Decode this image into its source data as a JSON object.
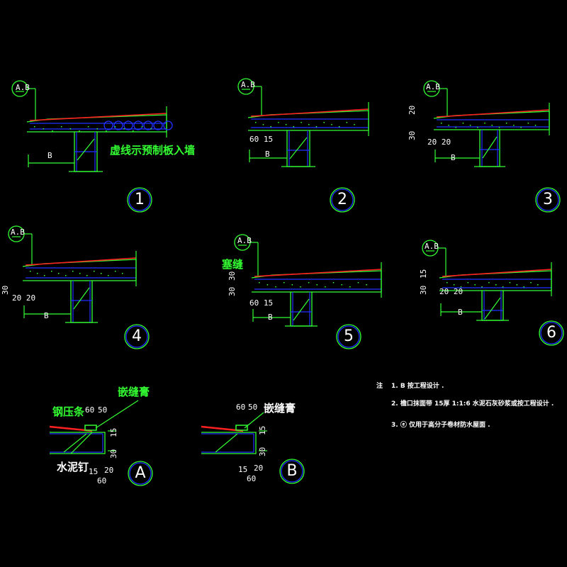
{
  "colors": {
    "background": "#000000",
    "structure": "#33ff33",
    "waterproof": "#ff2020",
    "rebar": "#2030ff",
    "text": "#ffffff"
  },
  "details": [
    {
      "id": "1",
      "ref": "A.B",
      "label": "虚线示预制板入墙",
      "dims": [],
      "span": "B"
    },
    {
      "id": "2",
      "ref": "A.B",
      "dims": [
        "60 15"
      ],
      "span": "B"
    },
    {
      "id": "3",
      "ref": "A.B",
      "dims": [
        "20",
        "30",
        "20  20"
      ],
      "span": "B"
    },
    {
      "id": "4",
      "ref": "A.B",
      "dims": [
        "30",
        "20  20"
      ],
      "span": "B"
    },
    {
      "id": "5",
      "ref": "A.B",
      "label": "塞缝",
      "dims": [
        "30",
        "30",
        "60 15"
      ],
      "span": "B"
    },
    {
      "id": "6",
      "ref": "A.B",
      "dims": [
        "15",
        "30",
        "20 20"
      ],
      "span": "B"
    }
  ],
  "detailA": {
    "id": "A",
    "labels": [
      "钢压条",
      "嵌缝膏",
      "水泥钉"
    ],
    "dims": [
      "60",
      "50",
      "15",
      "30",
      "15",
      "20",
      "60"
    ]
  },
  "detailB": {
    "id": "B",
    "labels": [
      "嵌缝膏"
    ],
    "dims": [
      "60",
      "50",
      "15",
      "30",
      "15",
      "20",
      "60"
    ]
  },
  "notes": {
    "heading": "注",
    "items": [
      "1. B 按工程设计 .",
      "2. 檐口抹面带 15厚 1:1:6 水泥石灰砂浆或按工程设计 .",
      "3. ⓔ 仅用于高分子卷材防水屋面 ."
    ]
  }
}
